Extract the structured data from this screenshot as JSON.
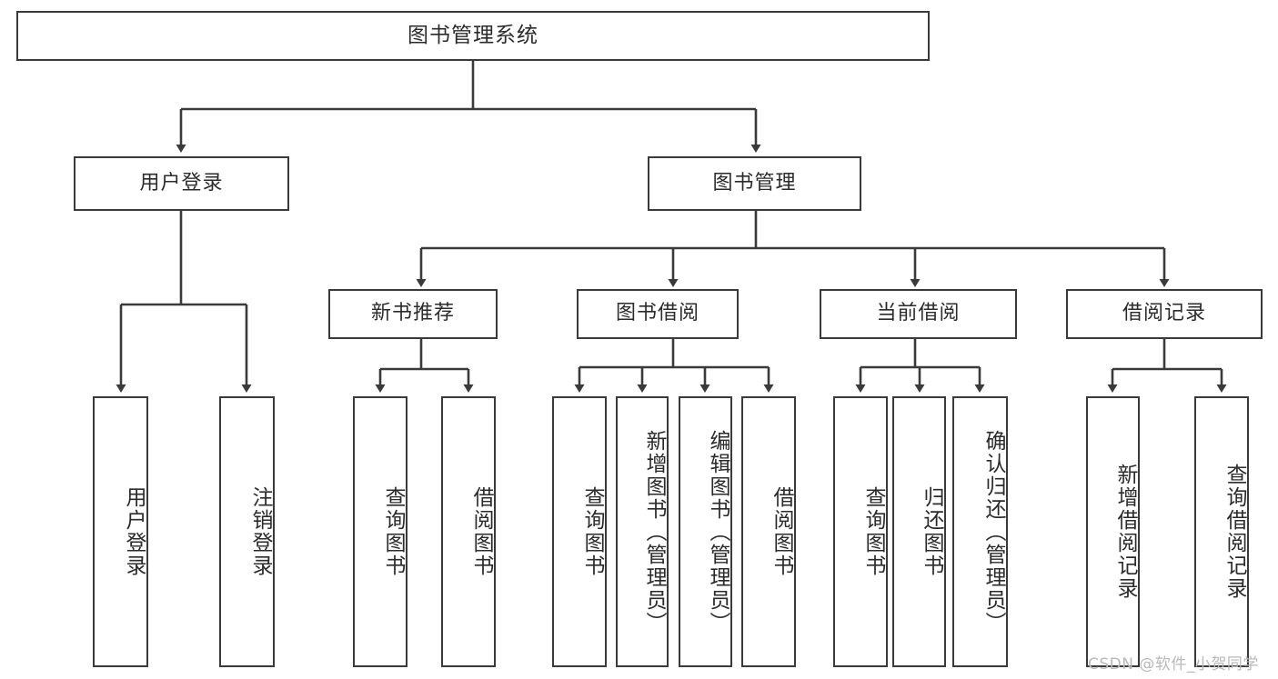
{
  "diagram": {
    "title": "图书管理系统",
    "type": "hierarchy-tree",
    "stroke_color": "#3a3a3a",
    "text_color": "#2b2b2b",
    "background_color": "#ffffff"
  },
  "nodes": {
    "root": {
      "label": "图书管理系统"
    },
    "level1": [
      {
        "label": "用户登录"
      },
      {
        "label": "图书管理"
      }
    ],
    "level2": [
      {
        "label": "新书推荐"
      },
      {
        "label": "图书借阅"
      },
      {
        "label": "当前借阅"
      },
      {
        "label": "借阅记录"
      }
    ],
    "leaves": {
      "user_login": [
        {
          "label": "用户登录"
        },
        {
          "label": "注销登录"
        }
      ],
      "new_book_recommend": [
        {
          "label": "查询图书"
        },
        {
          "label": "借阅图书"
        }
      ],
      "book_borrow": [
        {
          "label": "查询图书"
        },
        {
          "label": "新增图书（管理员）"
        },
        {
          "label": "编辑图书（管理员）"
        },
        {
          "label": "借阅图书"
        }
      ],
      "current_borrow": [
        {
          "label": "查询图书"
        },
        {
          "label": "归还图书"
        },
        {
          "label": "确认归还（管理员）"
        }
      ],
      "borrow_record": [
        {
          "label": "新增借阅记录"
        },
        {
          "label": "查询借阅记录"
        }
      ]
    }
  },
  "watermark": {
    "text": "CSDN @软件_小贺同学",
    "color": "#b9b9b9"
  }
}
